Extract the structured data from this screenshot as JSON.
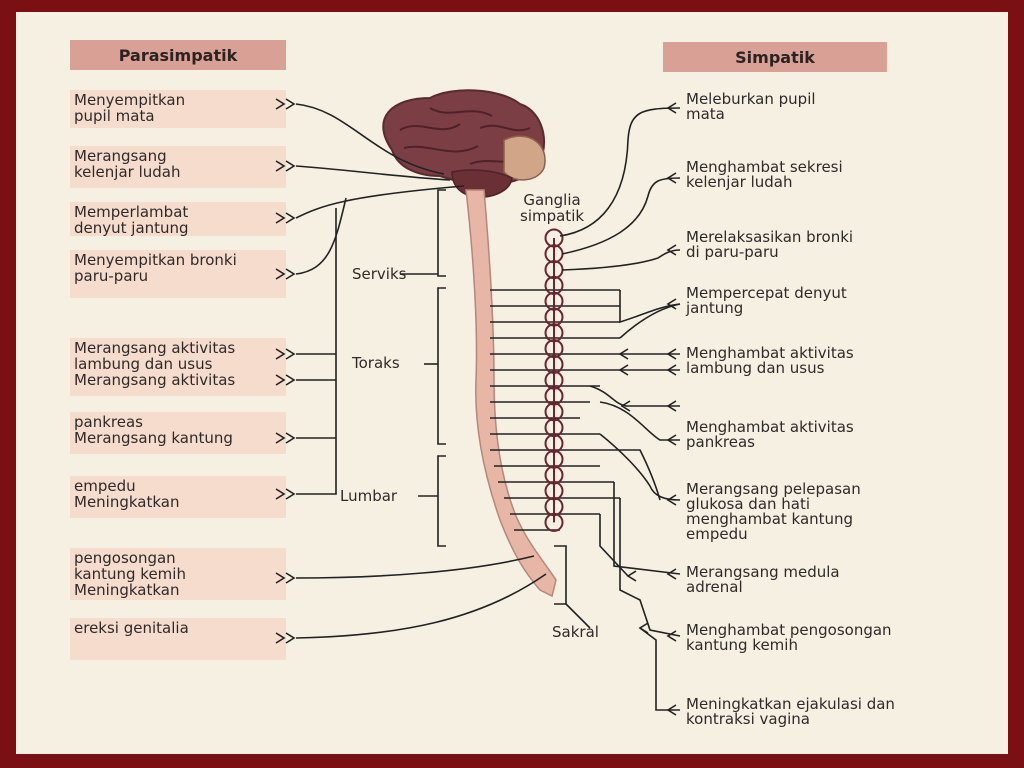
{
  "headers": {
    "left": "Parasimpatik",
    "right": "Simpatik"
  },
  "parasympathetic": [
    {
      "lines": [
        "Menyempitkan",
        "pupil mata"
      ]
    },
    {
      "lines": [
        "Merangsang",
        "kelenjar ludah"
      ]
    },
    {
      "lines": [
        "Memperlambat",
        "denyut jantung"
      ]
    },
    {
      "lines": [
        "Menyempitkan bronki",
        "paru-paru"
      ]
    },
    {
      "lines": [
        "Merangsang aktivitas",
        "lambung dan usus",
        "Merangsang aktivitas"
      ]
    },
    {
      "lines": [
        "pankreas",
        "Merangsang kantung"
      ]
    },
    {
      "lines": [
        "empedu",
        "Meningkatkan"
      ]
    },
    {
      "lines": [
        "pengosongan",
        "kantung kemih",
        "Meningkatkan"
      ]
    },
    {
      "lines": [
        "ereksi genitalia"
      ]
    }
  ],
  "sympathetic": [
    {
      "lines": [
        "Meleburkan pupil",
        "mata"
      ]
    },
    {
      "lines": [
        "Menghambat sekresi",
        "kelenjar ludah"
      ]
    },
    {
      "lines": [
        "Merelaksasikan bronki",
        "di paru-paru"
      ]
    },
    {
      "lines": [
        "Mempercepat denyut",
        "jantung"
      ]
    },
    {
      "lines": [
        "Menghambat aktivitas",
        "lambung dan usus"
      ]
    },
    {
      "lines": [
        "Menghambat aktivitas",
        "pankreas"
      ]
    },
    {
      "lines": [
        "Merangsang pelepasan",
        "glukosa dan hati",
        "menghambat kantung",
        "empedu"
      ]
    },
    {
      "lines": [
        "Merangsang medula",
        "adrenal"
      ]
    },
    {
      "lines": [
        "Menghambat pengosongan",
        "kantung kemih"
      ]
    },
    {
      "lines": [
        "Meningkatkan ejakulasi dan",
        "kontraksi vagina"
      ]
    }
  ],
  "spine_regions": {
    "cervical": "Serviks",
    "thoracic": "Toraks",
    "lumbar": "Lumbar",
    "sacral": "Sakral"
  },
  "ganglia_label": [
    "Ganglia",
    "simpatik"
  ],
  "colors": {
    "border": "#7a0f14",
    "background": "#f6f0e2",
    "header": "#d9a196",
    "para_box": "#f6dccd",
    "spinal_cord": "#e8b6a6",
    "brain": "#7c3e45",
    "ganglion_stroke": "#6b2530",
    "line": "#222222"
  }
}
